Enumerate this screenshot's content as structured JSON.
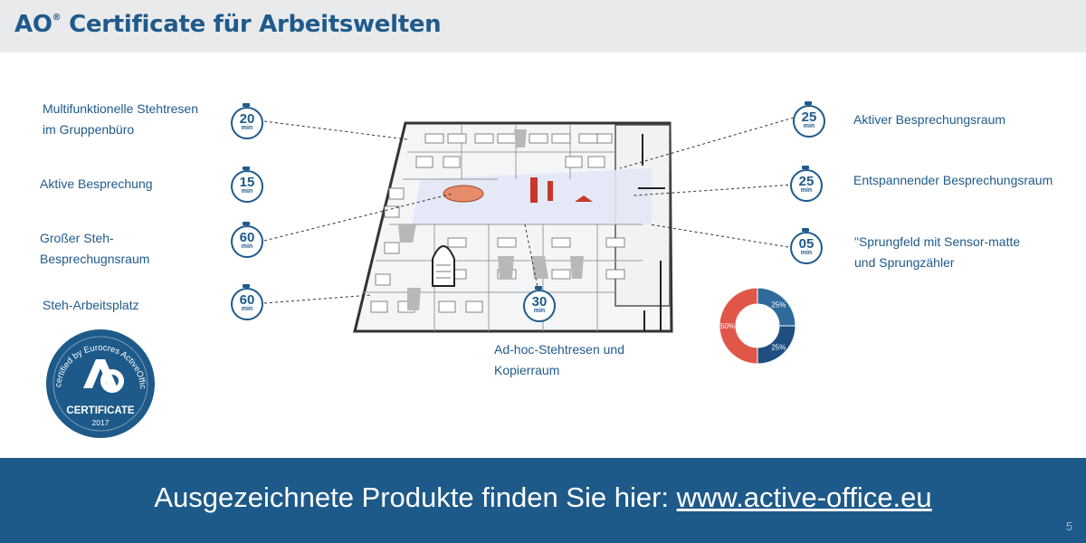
{
  "header": {
    "title_prefix": "AO",
    "title_mark": "®",
    "title_rest": " Certificate für Arbeitswelten"
  },
  "labels": {
    "multifunktionelle_1": "Multifunktionelle Stehtresen",
    "multifunktionelle_2": "im Gruppenbüro",
    "aktive_besprechung": "Aktive Besprechung",
    "grosser_1": "Großer Steh-",
    "grosser_2": "Besprechugnsraum",
    "steh_arbeitsplatz": "Steh-Arbeitsplatz",
    "adhoc_1": "Ad-hoc-Stehtresen und",
    "adhoc_2": "Kopierraum",
    "aktiver_besprechungsraum": "Aktiver Besprechungsraum",
    "entspannender": "Entspannender Besprechungsraum",
    "sprungfeld_1": "\"Sprungfeld mit Sensor-matte",
    "sprungfeld_2": "und Sprungzähler"
  },
  "timers": {
    "unit": "min",
    "t_multifunktionelle": "20",
    "t_aktive_besprechung": "15",
    "t_grosser": "60",
    "t_steh_arbeitsplatz": "60",
    "t_adhoc": "30",
    "t_aktiver": "25",
    "t_entspannender": "25",
    "t_sprungfeld": "05"
  },
  "badge": {
    "ring_text": "certified by Eurocres ActiveOffice®",
    "label": "CERTIFICATE",
    "year": "2017"
  },
  "donut": {
    "slices": [
      {
        "label": "25%",
        "value": 25,
        "color": "#2f6a9c"
      },
      {
        "label": "25%",
        "value": 25,
        "color": "#1e4f80"
      },
      {
        "label": "50%",
        "value": 50,
        "color": "#e0574a"
      }
    ]
  },
  "footer": {
    "text": "Ausgezeichnete Produkte finden Sie hier: ",
    "link": "www.active-office.eu"
  },
  "page_number": "5"
}
